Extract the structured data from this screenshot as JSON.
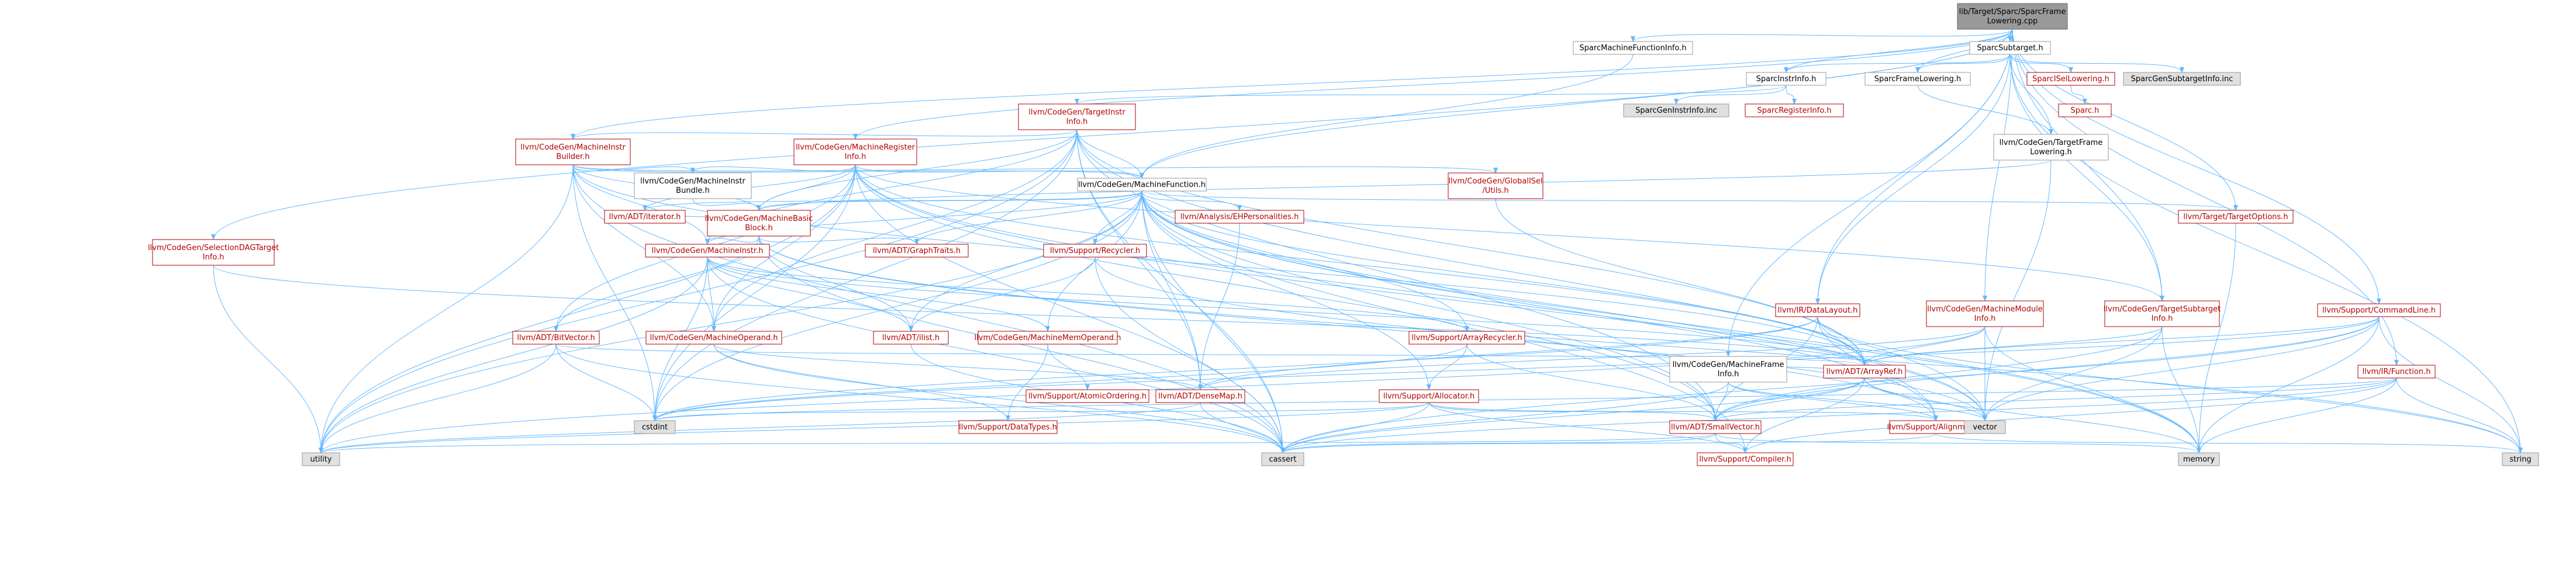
{
  "colors": {
    "edge": "#63b8ff",
    "edge_red": "#e2665d",
    "border_red": "#b20000",
    "border_grey": "#999999",
    "text_red": "#b20000",
    "text_black": "#000000",
    "fill_white": "#ffffff",
    "fill_grey": "#e0e0e0",
    "fill_root": "#999999"
  },
  "nodes": [
    {
      "id": "root",
      "lines": [
        "lib/Target/Sparc/SparcFrame",
        "Lowering.cpp"
      ],
      "style": "root"
    },
    {
      "id": "smfi",
      "lines": [
        "SparcMachineFunctionInfo.h"
      ],
      "style": "black"
    },
    {
      "id": "subtarget",
      "lines": [
        "SparcSubtarget.h"
      ],
      "style": "black"
    },
    {
      "id": "instrinfo",
      "lines": [
        "SparcInstrInfo.h"
      ],
      "style": "black"
    },
    {
      "id": "framelowering",
      "lines": [
        "SparcFrameLowering.h"
      ],
      "style": "black"
    },
    {
      "id": "isellowering",
      "lines": [
        "SparcISelLowering.h"
      ],
      "style": "red"
    },
    {
      "id": "gensubtarget",
      "lines": [
        "SparcGenSubtargetInfo.inc"
      ],
      "style": "grey"
    },
    {
      "id": "geninstr",
      "lines": [
        "SparcGenInstrInfo.inc"
      ],
      "style": "grey"
    },
    {
      "id": "reginfo",
      "lines": [
        "SparcRegisterInfo.h"
      ],
      "style": "red"
    },
    {
      "id": "sparch",
      "lines": [
        "Sparc.h"
      ],
      "style": "red"
    },
    {
      "id": "tii",
      "lines": [
        "llvm/CodeGen/TargetInstr",
        "Info.h"
      ],
      "style": "red"
    },
    {
      "id": "tfl",
      "lines": [
        "llvm/CodeGen/TargetFrame",
        "Lowering.h"
      ],
      "style": "black"
    },
    {
      "id": "mib",
      "lines": [
        "llvm/CodeGen/MachineInstr",
        "Builder.h"
      ],
      "style": "red"
    },
    {
      "id": "mri",
      "lines": [
        "llvm/CodeGen/MachineRegister",
        "Info.h"
      ],
      "style": "red"
    },
    {
      "id": "mibundle",
      "lines": [
        "llvm/CodeGen/MachineInstr",
        "Bundle.h"
      ],
      "style": "black"
    },
    {
      "id": "mf",
      "lines": [
        "llvm/CodeGen/MachineFunction.h"
      ],
      "style": "black"
    },
    {
      "id": "gisel",
      "lines": [
        "llvm/CodeGen/GlobalISel",
        "/Utils.h"
      ],
      "style": "red"
    },
    {
      "id": "iterator",
      "lines": [
        "llvm/ADT/iterator.h"
      ],
      "style": "red"
    },
    {
      "id": "mbb",
      "lines": [
        "llvm/CodeGen/MachineBasic",
        "Block.h"
      ],
      "style": "red"
    },
    {
      "id": "ehp",
      "lines": [
        "llvm/Analysis/EHPersonalities.h"
      ],
      "style": "red"
    },
    {
      "id": "targetopts",
      "lines": [
        "llvm/Target/TargetOptions.h"
      ],
      "style": "red"
    },
    {
      "id": "sdag",
      "lines": [
        "llvm/CodeGen/SelectionDAGTarget",
        "Info.h"
      ],
      "style": "red"
    },
    {
      "id": "mi",
      "lines": [
        "llvm/CodeGen/MachineInstr.h"
      ],
      "style": "red"
    },
    {
      "id": "graphtraits",
      "lines": [
        "llvm/ADT/GraphTraits.h"
      ],
      "style": "red"
    },
    {
      "id": "recycler",
      "lines": [
        "llvm/Support/Recycler.h"
      ],
      "style": "red"
    },
    {
      "id": "datalayout",
      "lines": [
        "llvm/IR/DataLayout.h"
      ],
      "style": "red"
    },
    {
      "id": "mmi",
      "lines": [
        "llvm/CodeGen/MachineModule",
        "Info.h"
      ],
      "style": "red"
    },
    {
      "id": "tsi",
      "lines": [
        "llvm/CodeGen/TargetSubtarget",
        "Info.h"
      ],
      "style": "red"
    },
    {
      "id": "cmdline",
      "lines": [
        "llvm/Support/CommandLine.h"
      ],
      "style": "red"
    },
    {
      "id": "bitvector",
      "lines": [
        "llvm/ADT/BitVector.h"
      ],
      "style": "red"
    },
    {
      "id": "mo",
      "lines": [
        "llvm/CodeGen/MachineOperand.h"
      ],
      "style": "red"
    },
    {
      "id": "ilist",
      "lines": [
        "llvm/ADT/ilist.h"
      ],
      "style": "red"
    },
    {
      "id": "mmo",
      "lines": [
        "llvm/CodeGen/MachineMemOperand.h"
      ],
      "style": "red"
    },
    {
      "id": "arrayrecycler",
      "lines": [
        "llvm/Support/ArrayRecycler.h"
      ],
      "style": "red"
    },
    {
      "id": "mfi",
      "lines": [
        "llvm/CodeGen/MachineFrame",
        "Info.h"
      ],
      "style": "black"
    },
    {
      "id": "arrayref",
      "lines": [
        "llvm/ADT/ArrayRef.h"
      ],
      "style": "red"
    },
    {
      "id": "irfunction",
      "lines": [
        "llvm/IR/Function.h"
      ],
      "style": "red"
    },
    {
      "id": "atomic",
      "lines": [
        "llvm/Support/AtomicOrdering.h"
      ],
      "style": "red"
    },
    {
      "id": "densemap",
      "lines": [
        "llvm/ADT/DenseMap.h"
      ],
      "style": "red"
    },
    {
      "id": "allocator",
      "lines": [
        "llvm/Support/Allocator.h"
      ],
      "style": "red"
    },
    {
      "id": "datatypes",
      "lines": [
        "llvm/Support/DataTypes.h"
      ],
      "style": "red"
    },
    {
      "id": "smallvector",
      "lines": [
        "llvm/ADT/SmallVector.h"
      ],
      "style": "red"
    },
    {
      "id": "alignment",
      "lines": [
        "llvm/Support/Alignment.h"
      ],
      "style": "red"
    },
    {
      "id": "compiler",
      "lines": [
        "llvm/Support/Compiler.h"
      ],
      "style": "red"
    },
    {
      "id": "cstdint",
      "lines": [
        "cstdint"
      ],
      "style": "grey"
    },
    {
      "id": "vector",
      "lines": [
        "vector"
      ],
      "style": "grey"
    },
    {
      "id": "utility",
      "lines": [
        "utility"
      ],
      "style": "grey"
    },
    {
      "id": "cassert",
      "lines": [
        "cassert"
      ],
      "style": "grey"
    },
    {
      "id": "memory",
      "lines": [
        "memory"
      ],
      "style": "grey"
    },
    {
      "id": "string",
      "lines": [
        "string"
      ],
      "style": "grey"
    }
  ],
  "edges": [
    [
      "root",
      "smfi"
    ],
    [
      "root",
      "subtarget"
    ],
    [
      "root",
      "instrinfo"
    ],
    [
      "root",
      "framelowering"
    ],
    [
      "root",
      "mib"
    ],
    [
      "root",
      "mri"
    ],
    [
      "root",
      "mf"
    ],
    [
      "root",
      "mfi"
    ],
    [
      "root",
      "datalayout"
    ],
    [
      "root",
      "mmi"
    ],
    [
      "root",
      "targetopts"
    ],
    [
      "root",
      "tsi"
    ],
    [
      "root",
      "cmdline"
    ],
    [
      "root",
      "irfunction"
    ],
    [
      "root",
      "sdag"
    ],
    [
      "smfi",
      "mf"
    ],
    [
      "subtarget",
      "instrinfo"
    ],
    [
      "subtarget",
      "framelowering"
    ],
    [
      "subtarget",
      "isellowering"
    ],
    [
      "subtarget",
      "gensubtarget"
    ],
    [
      "subtarget",
      "tfl"
    ],
    [
      "subtarget",
      "datalayout"
    ],
    [
      "subtarget",
      "tsi"
    ],
    [
      "subtarget",
      "string"
    ],
    [
      "instrinfo",
      "geninstr"
    ],
    [
      "instrinfo",
      "reginfo"
    ],
    [
      "instrinfo",
      "tii"
    ],
    [
      "isellowering",
      "sparch"
    ],
    [
      "framelowering",
      "tfl"
    ],
    [
      "tii",
      "mib"
    ],
    [
      "tii",
      "mf"
    ],
    [
      "tii",
      "mbb"
    ],
    [
      "tii",
      "mi"
    ],
    [
      "tii",
      "mo"
    ],
    [
      "tii",
      "arrayref"
    ],
    [
      "tii",
      "densemap"
    ],
    [
      "tii",
      "smallvector"
    ],
    [
      "tii",
      "utility"
    ],
    [
      "tii",
      "cassert"
    ],
    [
      "tii",
      "cstdint"
    ],
    [
      "tii",
      "vector"
    ],
    [
      "tfl",
      "mbb"
    ],
    [
      "tfl",
      "vector"
    ],
    [
      "mib",
      "mibundle"
    ],
    [
      "mib",
      "mf"
    ],
    [
      "mib",
      "mbb"
    ],
    [
      "mib",
      "mi"
    ],
    [
      "mib",
      "mo"
    ],
    [
      "mib",
      "gisel"
    ],
    [
      "mib",
      "arrayref"
    ],
    [
      "mib",
      "cstdint"
    ],
    [
      "mib",
      "utility"
    ],
    [
      "mib",
      "cassert"
    ],
    [
      "mri",
      "mf"
    ],
    [
      "mri",
      "mbb"
    ],
    [
      "mri",
      "mibundle"
    ],
    [
      "mri",
      "mo"
    ],
    [
      "mri",
      "bitvector"
    ],
    [
      "mri",
      "arrayref"
    ],
    [
      "mri",
      "smallvector"
    ],
    [
      "mri",
      "iterator"
    ],
    [
      "mri",
      "tsi"
    ],
    [
      "mri",
      "cassert"
    ],
    [
      "mri",
      "cstdint"
    ],
    [
      "mri",
      "memory"
    ],
    [
      "mri",
      "utility"
    ],
    [
      "mri",
      "vector"
    ],
    [
      "mibundle",
      "mbb"
    ],
    [
      "mf",
      "mbb"
    ],
    [
      "mf",
      "iterator"
    ],
    [
      "mf",
      "ehp"
    ],
    [
      "mf",
      "graphtraits"
    ],
    [
      "mf",
      "recycler"
    ],
    [
      "mf",
      "arrayrecycler"
    ],
    [
      "mf",
      "mmo"
    ],
    [
      "mf",
      "mi"
    ],
    [
      "mf",
      "ilist"
    ],
    [
      "mf",
      "densemap"
    ],
    [
      "mf",
      "smallvector"
    ],
    [
      "mf",
      "allocator"
    ],
    [
      "mf",
      "arrayref"
    ],
    [
      "mf",
      "alignment"
    ],
    [
      "mf",
      "compiler"
    ],
    [
      "mf",
      "cassert"
    ],
    [
      "mf",
      "cstdint"
    ],
    [
      "mf",
      "memory"
    ],
    [
      "mf",
      "utility"
    ],
    [
      "mf",
      "vector"
    ],
    [
      "mf",
      "targetopts"
    ],
    [
      "gisel",
      "arrayref"
    ],
    [
      "mbb",
      "graphtraits"
    ],
    [
      "mbb",
      "mi"
    ],
    [
      "mbb",
      "bitvector"
    ],
    [
      "mbb",
      "ilist"
    ],
    [
      "mbb",
      "iterator"
    ],
    [
      "mbb",
      "cassert"
    ],
    [
      "mbb",
      "string"
    ],
    [
      "mbb",
      "vector"
    ],
    [
      "ehp",
      "densemap"
    ],
    [
      "targetopts",
      "memory"
    ],
    [
      "sdag",
      "utility"
    ],
    [
      "sdag",
      "arrayref"
    ],
    [
      "mi",
      "mo"
    ],
    [
      "mi",
      "mmo"
    ],
    [
      "mi",
      "ilist"
    ],
    [
      "mi",
      "arrayrecycler"
    ],
    [
      "mi",
      "arrayref"
    ],
    [
      "mi",
      "cassert"
    ],
    [
      "mi",
      "cstdint"
    ],
    [
      "mi",
      "utility"
    ],
    [
      "recycler",
      "ilist"
    ],
    [
      "recycler",
      "alignment"
    ],
    [
      "recycler",
      "cassert"
    ],
    [
      "datalayout",
      "arrayref"
    ],
    [
      "datalayout",
      "densemap"
    ],
    [
      "datalayout",
      "smallvector"
    ],
    [
      "datalayout",
      "alignment"
    ],
    [
      "datalayout",
      "cstdint"
    ],
    [
      "datalayout",
      "string"
    ],
    [
      "mmi",
      "arrayref"
    ],
    [
      "mmi",
      "densemap"
    ],
    [
      "mmi",
      "memory"
    ],
    [
      "mmi",
      "utility"
    ],
    [
      "mmi",
      "vector"
    ],
    [
      "tsi",
      "arrayref"
    ],
    [
      "tsi",
      "smallvector"
    ],
    [
      "tsi",
      "memory"
    ],
    [
      "tsi",
      "vector"
    ],
    [
      "cmdline",
      "arrayref"
    ],
    [
      "cmdline",
      "smallvector"
    ],
    [
      "cmdline",
      "cassert"
    ],
    [
      "cmdline",
      "cstdint"
    ],
    [
      "cmdline",
      "memory"
    ],
    [
      "cmdline",
      "string"
    ],
    [
      "cmdline",
      "vector"
    ],
    [
      "bitvector",
      "cstdint"
    ],
    [
      "bitvector",
      "utility"
    ],
    [
      "bitvector",
      "cassert"
    ],
    [
      "bitvector",
      "arrayref"
    ],
    [
      "mo",
      "densemap"
    ],
    [
      "mo",
      "datatypes"
    ],
    [
      "mo",
      "cassert"
    ],
    [
      "ilist",
      "cassert"
    ],
    [
      "mmo",
      "atomic"
    ],
    [
      "mmo",
      "datatypes"
    ],
    [
      "arrayrecycler",
      "allocator"
    ],
    [
      "arrayrecycler",
      "smallvector"
    ],
    [
      "arrayrecycler",
      "cstdint"
    ],
    [
      "mfi",
      "arrayref"
    ],
    [
      "mfi",
      "smallvector"
    ],
    [
      "mfi",
      "alignment"
    ],
    [
      "mfi",
      "cassert"
    ],
    [
      "mfi",
      "vector"
    ],
    [
      "arrayref",
      "smallvector"
    ],
    [
      "arrayref",
      "compiler"
    ],
    [
      "arrayref",
      "cassert"
    ],
    [
      "arrayref",
      "vector"
    ],
    [
      "arrayref",
      "memory"
    ],
    [
      "irfunction",
      "smallvector"
    ],
    [
      "irfunction",
      "cassert"
    ],
    [
      "irfunction",
      "cstdint"
    ],
    [
      "irfunction",
      "memory"
    ],
    [
      "irfunction",
      "string"
    ],
    [
      "irfunction",
      "compiler"
    ],
    [
      "densemap",
      "utility"
    ],
    [
      "densemap",
      "cassert"
    ],
    [
      "allocator",
      "smallvector"
    ],
    [
      "allocator",
      "alignment"
    ],
    [
      "allocator",
      "compiler"
    ],
    [
      "allocator",
      "cassert"
    ],
    [
      "allocator",
      "utility"
    ],
    [
      "allocator",
      "cstdint"
    ],
    [
      "smallvector",
      "compiler"
    ],
    [
      "smallvector",
      "cassert"
    ],
    [
      "smallvector",
      "utility"
    ],
    [
      "smallvector",
      "memory"
    ],
    [
      "alignment",
      "cassert"
    ],
    [
      "alignment",
      "string"
    ]
  ]
}
